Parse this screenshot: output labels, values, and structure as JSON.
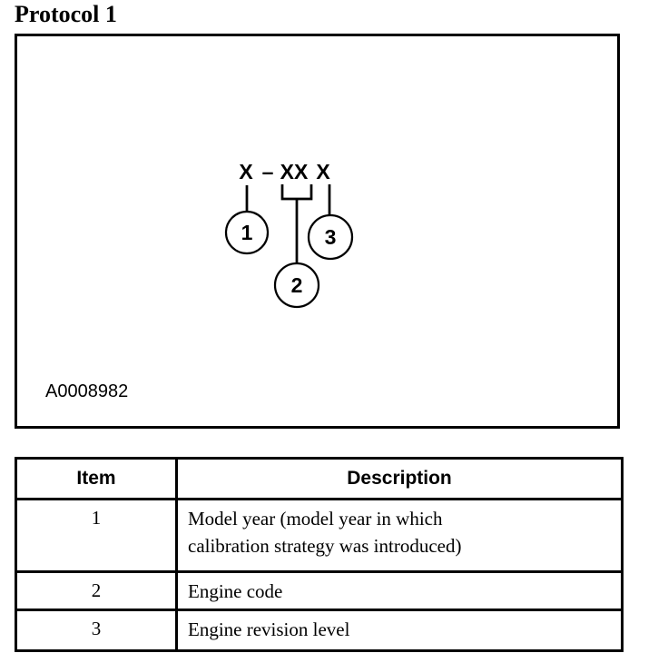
{
  "page": {
    "title": "Protocol 1"
  },
  "colors": {
    "ink": "#000000",
    "paper": "#ffffff"
  },
  "figure": {
    "formula": {
      "seg1": "X",
      "dash": "–",
      "seg2": "XX",
      "seg3": "X"
    },
    "callouts": {
      "c1": "1",
      "c2": "2",
      "c3": "3"
    },
    "figure_id": "A0008982"
  },
  "table": {
    "headers": {
      "item": "Item",
      "description": "Description"
    },
    "rows": [
      {
        "item": "1",
        "lines": [
          "Model year (model year in which",
          "calibration strategy was introduced)"
        ]
      },
      {
        "item": "2",
        "lines": [
          "Engine code"
        ]
      },
      {
        "item": "3",
        "lines": [
          "Engine revision level"
        ]
      }
    ]
  }
}
